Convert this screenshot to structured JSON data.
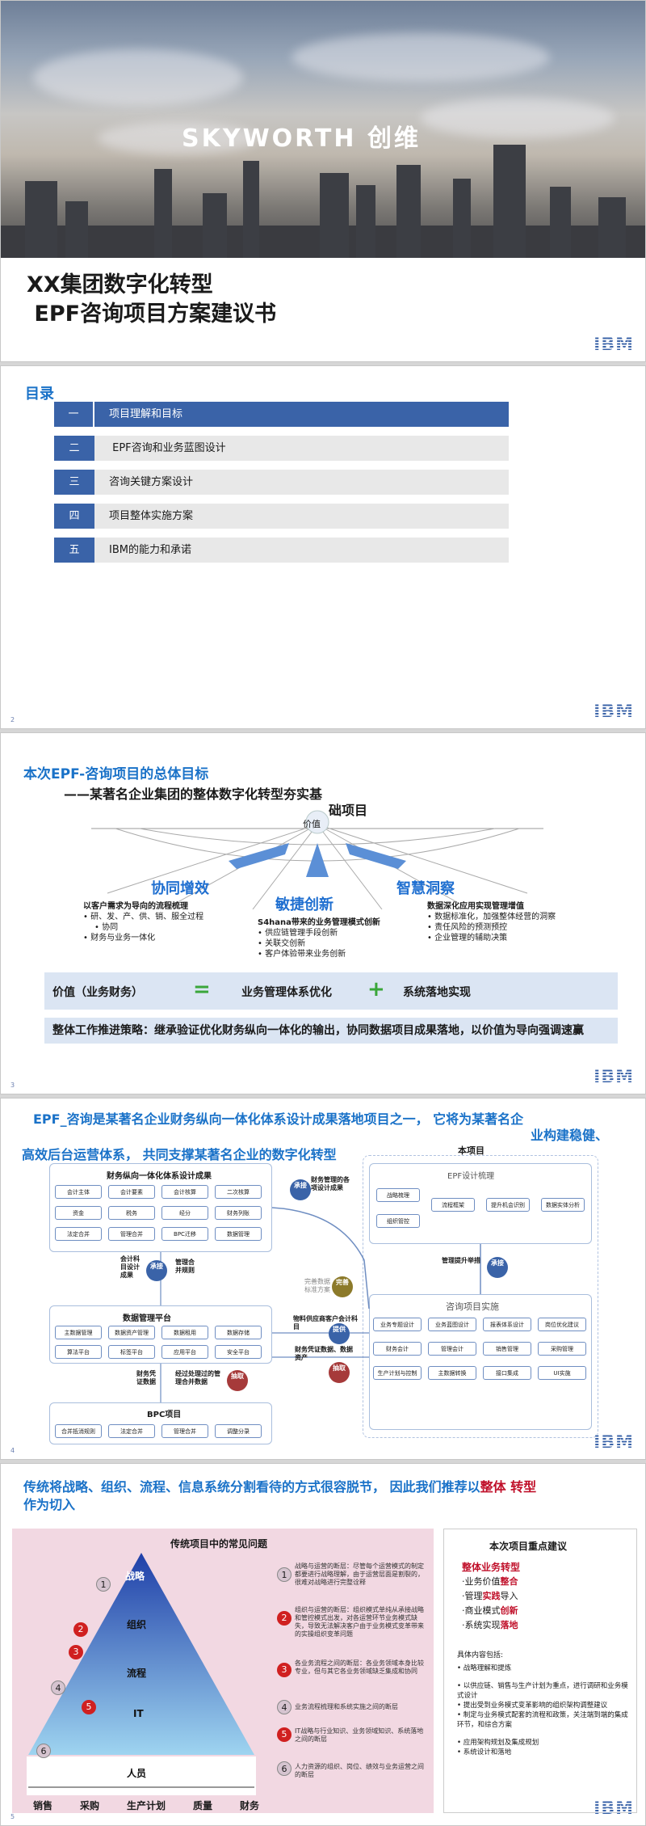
{
  "slide1": {
    "logo_text": "SKYWORTH  创维",
    "title_line1": "XX集团数字化转型",
    "title_line2": " EPF咨询项目方案建议书",
    "ibm": "IBM"
  },
  "slide2": {
    "heading": "目录",
    "items": [
      {
        "num": "一",
        "label": "项目理解和目标"
      },
      {
        "num": "二",
        "label": " EPF咨询和业务蓝图设计"
      },
      {
        "num": "三",
        "label": "咨询关键方案设计"
      },
      {
        "num": "四",
        "label": "项目整体实施方案"
      },
      {
        "num": "五",
        "label": "IBM的能力和承诺"
      }
    ],
    "page": "2",
    "ibm": "IBM"
  },
  "slide3": {
    "title": "本次EPF-咨询项目的总体目标",
    "subtitle_a": "——某著名企业集团的整体数字化转型夯实基",
    "subtitle_b": "础项目",
    "center_label": "价值",
    "left_word": "协同增效",
    "mid_word": "敏捷创新",
    "right_word": "智慧洞察",
    "left_head": "以客户需求为导向的流程梳理",
    "left_items": [
      "研、发、产、供、销、服全过程",
      "协同",
      "财务与业务一体化"
    ],
    "mid_head": "S4hana带来的业务管理模式创新",
    "mid_items": [
      "供应链管理手段创新",
      "关联交创新",
      "客户体验带来业务创新"
    ],
    "right_head": "数据深化应用实现管理增值",
    "right_items": [
      "数据标准化，加强整体经营的洞察",
      "责任风险的预测预控",
      "企业管理的辅助决策"
    ],
    "value_label": "价值（业务财务）",
    "eq": "=",
    "term1": "业务管理体系优化",
    "plus": "+",
    "term2": "系统落地实现",
    "strategy": "整体工作推进策略：继承验证优化财务纵向一体化的输出，协同数据项目成果落地，以价值为导向强调速赢",
    "page": "3",
    "ibm": "IBM"
  },
  "slide4": {
    "title_a": "EPF_咨询是某著名企业财务纵向一体化体系设计成果落地项目之一， 它将为某著名企",
    "title_b": "业构建稳健、",
    "title_c": "高效后台运营体系， 共同支撑某著名企业的数字化转型",
    "this_project": "本项目",
    "box1_title": "财务纵向一体化体系设计成果",
    "box1_cells": [
      "会计主体",
      "会计要素",
      "会计核算",
      "二次核算",
      "资金",
      "税务",
      "经分",
      "财务列账",
      "法定合并",
      "管理合并",
      "BPC迁移",
      "数据管理"
    ],
    "box2_title": "数据管理平台",
    "box2_cells": [
      "主数据管理",
      "数据资产管理",
      "数据租用",
      "数据存储",
      "算法平台",
      "标签平台",
      "应用平台",
      "安全平台"
    ],
    "box3_title": "BPC项目",
    "box3_cells": [
      "合并抵消规则",
      "法定合并",
      "管理合并",
      "调整分录"
    ],
    "epf_title": "EPF设计梳理",
    "epf_cells": [
      "战略梳理",
      "流程框架",
      "提升机会识别",
      "数据实体分析",
      "组织管控"
    ],
    "impl_title": "咨询项目实施",
    "impl_cells": [
      "业务专题设计",
      "业务蓝图设计",
      "报表体系设计",
      "岗位优化建议",
      "财务会计",
      "管理会计",
      "销售管理",
      "采购管理",
      "生产计划与控制",
      "主数据转换",
      "接口集成",
      "UI实施"
    ],
    "lbl_accounting": "会计科目设计成果",
    "lbl_mgmt_merge": "管理合并规则",
    "lbl_fin_mgmt": "财务管理的各项设计成果",
    "lbl_mgmt_upgrade": "管理提升举措",
    "lbl_data_std": "完善数据标准方案",
    "lbl_material": "物料供应商客户会计科目",
    "lbl_voucher": "财务凭证数据、数据资产",
    "lbl_vouch_data": "财务凭证数据",
    "lbl_processed": "经过处理过的管理合并数据",
    "c_inherit": "承接",
    "c_perfect": "完善",
    "c_extract": "抽取",
    "c_provide": "提供",
    "page": "4",
    "ibm": "IBM"
  },
  "slide5": {
    "title_a": "传统将战略、组织、流程、信息系统分割看待的方式很容脱节， 因此我们推荐以",
    "title_bold": "整体 转型",
    "title_b": "作为切入",
    "pyr_title": "传统项目中的常见问题",
    "levels": [
      "战略",
      "组织",
      "流程",
      "IT",
      "人员"
    ],
    "bottom_labels": [
      "销售",
      "采购",
      "生产计划",
      "质量",
      "财务"
    ],
    "notes": [
      "战略与运营的断层：尽管每个运营模式的制定都要进行战略理解，由于运营层面是割裂的，很难对战略进行完整诠释",
      "组织与运营的断层：组织模式单纯从承接战略和管控模式出发，对各运营环节业务模式缺失，导致无法解决客户由于业务模式变革带来的实操组织变革问题",
      "各业务流程之间的断层：各业务领域本身比较专业，但与其它各业务领域缺乏集成和协同",
      "业务流程梳理和系统实施之间的断层",
      "IT战略与行业知识、业务领域知识、系统落地之间的断层",
      "人力资源的组织、岗位、绩效与业务运营之间的断层"
    ],
    "right_title": "本次项目重点建议",
    "right_head": "整体业务转型",
    "r_items": [
      {
        "pre": "·业务价值",
        "hi": "整合",
        "post": ""
      },
      {
        "pre": "·管理",
        "hi": "实践",
        "post": "导入"
      },
      {
        "pre": "·商业模式",
        "hi": "创新",
        "post": ""
      },
      {
        "pre": "·系统实现",
        "hi": "落地",
        "post": ""
      }
    ],
    "detail_head": "具体内容包括:",
    "detail_items": [
      "战略理解和提炼",
      "以供应链、销售与生产计划为重点，进行调研和业务模式设计",
      "提出受到业务模式变革影响的组织架构调整建议",
      "制定与业务模式配套的流程和政策，关注端到端的集成环节，和综合方案",
      "应用架构规划及集成规划",
      "系统设计和落地"
    ],
    "page": "5",
    "ibm": "IBM"
  }
}
